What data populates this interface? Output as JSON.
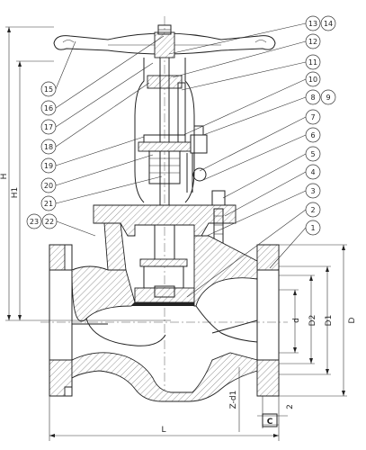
{
  "diagram": {
    "callouts": [
      {
        "id": "c-13-14",
        "numbers": [
          "13",
          "14"
        ]
      },
      {
        "id": "c-12",
        "numbers": [
          "12"
        ]
      },
      {
        "id": "c-11",
        "numbers": [
          "11"
        ]
      },
      {
        "id": "c-10",
        "numbers": [
          "10"
        ]
      },
      {
        "id": "c-8-9",
        "numbers": [
          "8",
          "9"
        ]
      },
      {
        "id": "c-7",
        "numbers": [
          "7"
        ]
      },
      {
        "id": "c-6",
        "numbers": [
          "6"
        ]
      },
      {
        "id": "c-5",
        "numbers": [
          "5"
        ]
      },
      {
        "id": "c-4",
        "numbers": [
          "4"
        ]
      },
      {
        "id": "c-3",
        "numbers": [
          "3"
        ]
      },
      {
        "id": "c-2",
        "numbers": [
          "2"
        ]
      },
      {
        "id": "c-1",
        "numbers": [
          "1"
        ]
      },
      {
        "id": "c-15",
        "numbers": [
          "15"
        ]
      },
      {
        "id": "c-16",
        "numbers": [
          "16"
        ]
      },
      {
        "id": "c-17",
        "numbers": [
          "17"
        ]
      },
      {
        "id": "c-18",
        "numbers": [
          "18"
        ]
      },
      {
        "id": "c-19",
        "numbers": [
          "19"
        ]
      },
      {
        "id": "c-20",
        "numbers": [
          "20"
        ]
      },
      {
        "id": "c-21",
        "numbers": [
          "21"
        ]
      },
      {
        "id": "c-23-22",
        "numbers": [
          "23",
          "22"
        ]
      }
    ],
    "dimensions": {
      "h": "H",
      "h1": "H1",
      "d_small": "d",
      "d2": "D2",
      "d1": "D1",
      "d_large": "D",
      "l": "L",
      "z_d1": "Z-d1",
      "c": "C",
      "two": "2"
    }
  }
}
